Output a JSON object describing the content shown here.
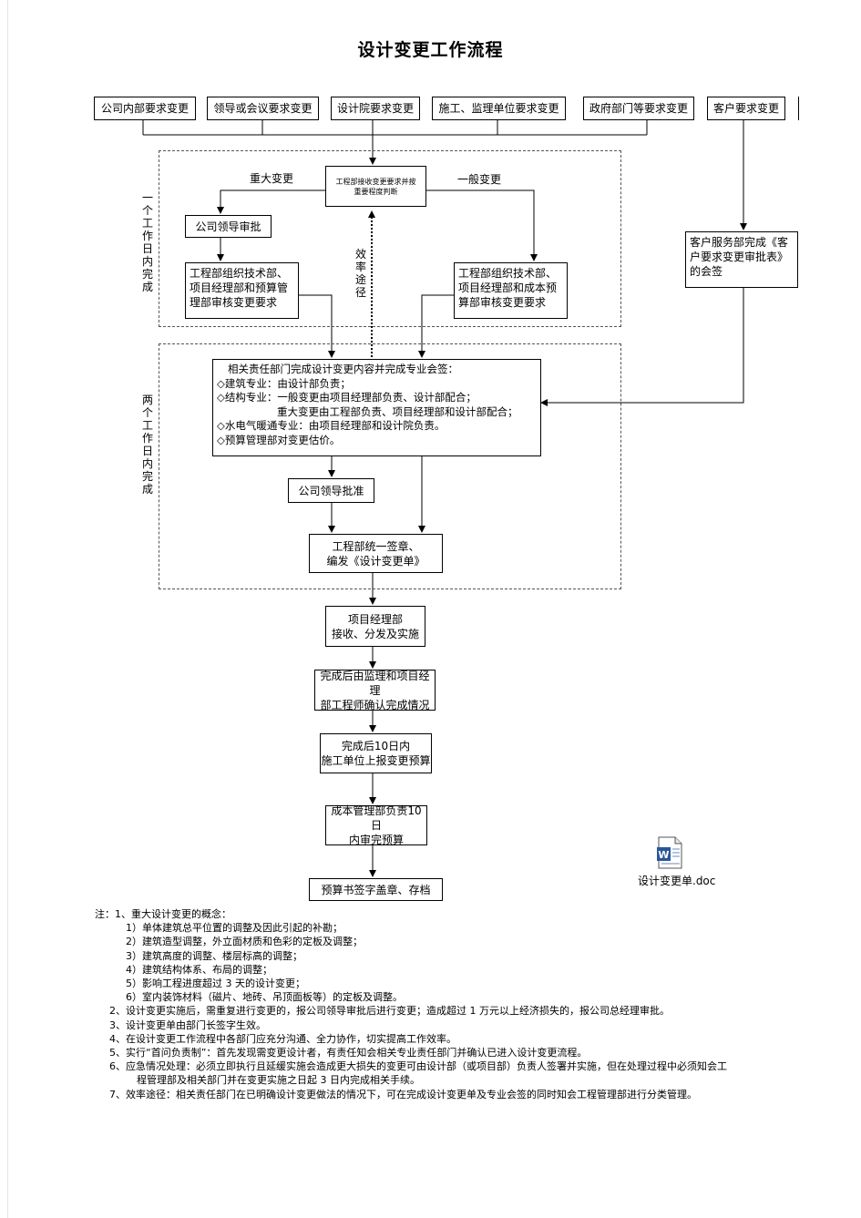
{
  "title": "设计变更工作流程",
  "sources": [
    "公司内部要求变更",
    "领导或会议要求变更",
    "设计院要求变更",
    "施工、监理单位要求变更",
    "政府部门等要求变更",
    "客户要求变更"
  ],
  "engineering_judge": "工程部接收变更要求并按重要程度判断",
  "major_change": "重大变更",
  "general_change": "一般变更",
  "efficiency_path": "效率途径",
  "company_approval": "公司领导审批",
  "major_review": "工程部组织技术部、项目经理部和预算管理部审核变更要求",
  "general_review": "工程部组织技术部、项目经理部和成本预算部审核变更要求",
  "customer_service": "客户服务部完成《客户要求变更审批表》的会签",
  "zone1_label": "一个工作日内完成",
  "zone2_label": "两个工作日内完成",
  "signoff": {
    "head": "相关责任部门完成设计变更内容并完成专业会签：",
    "lines": [
      "◇建筑专业：由设计部负责；",
      "◇结构专业：一般变更由项目经理部负责、设计部配合；",
      "重大变更由工程部负责、项目经理部和设计部配合；",
      "◇水电气暖通专业：由项目经理部和设计院负责。",
      "◇预算管理部对变更估价。"
    ]
  },
  "company_ratify": "公司领导批准",
  "unified_seal": [
    "工程部统一签章、",
    "编发《设计变更单》"
  ],
  "pm_receive": [
    "项目经理部",
    "接收、分发及实施"
  ],
  "supervision_confirm": [
    "完成后由监理和项目经理",
    "部工程师确认完成情况"
  ],
  "budget_report": [
    "完成后10日内",
    "施工单位上报变更预算"
  ],
  "cost_audit": [
    "成本管理部负责10日",
    "内审完预算"
  ],
  "archive": "预算书签字盖章、存档",
  "attachment": "设计变更单.doc",
  "notes": [
    "注：1、重大设计变更的概念：",
    "1）单体建筑总平位置的调整及因此引起的补勘；",
    "2）建筑造型调整，外立面材质和色彩的定板及调整；",
    "3）建筑高度的调整、楼层标高的调整；",
    "4）建筑结构体系、布局的调整；",
    "5）影响工程进度超过 3 天的设计变更；",
    "6）室内装饰材料（磁片、地砖、吊顶面板等）的定板及调整。",
    "2、设计变更实施后，需重复进行变更的，报公司领导审批后进行变更；造成超过 1 万元以上经济损失的，报公司总经理审批。",
    "3、设计变更单由部门长签字生效。",
    "4、在设计变更工作流程中各部门应充分沟通、全力协作，切实提高工作效率。",
    "5、实行“首问负责制”：首先发现需变更设计者，有责任知会相关专业责任部门并确认已进入设计变更流程。",
    "6、应急情况处理：必须立即执行且延缓实施会造成更大损失的变更可由设计部（或项目部）负责人签署并实施，但在处理过程中必须知会工",
    "程管理部及相关部门并在变更实施之日起 3 日内完成相关手续。",
    "7、效率途径：相关责任部门在已明确设计变更做法的情况下，可在完成设计变更单及专业会签的同时知会工程管理部进行分类管理。"
  ]
}
